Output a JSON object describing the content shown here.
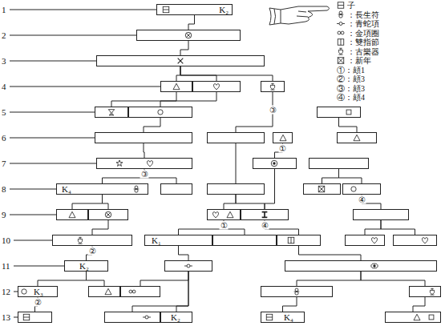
{
  "diagram": {
    "nodes": [
      {
        "text": [
          "K₂"
        ]
      },
      {
        "text": []
      },
      {
        "text": []
      },
      {
        "text": []
      },
      {
        "text": []
      },
      {
        "text": []
      },
      {
        "text": []
      },
      {
        "text": []
      },
      {
        "text": []
      },
      {
        "text": []
      },
      {
        "text": []
      },
      {
        "text": []
      },
      {
        "text": []
      },
      {
        "text": []
      },
      {
        "text": []
      },
      {
        "text": []
      },
      {
        "text": [
          "K₄"
        ]
      },
      {
        "text": []
      },
      {
        "text": []
      },
      {
        "text": []
      },
      {
        "text": []
      },
      {
        "text": []
      },
      {
        "text": []
      },
      {
        "text": []
      },
      {
        "text": []
      },
      {
        "text": []
      },
      {
        "text": []
      },
      {
        "text": [
          "K₁"
        ]
      },
      {
        "text": []
      },
      {
        "text": []
      },
      {
        "text": []
      },
      {
        "text": []
      },
      {
        "text": [
          "K₂"
        ]
      },
      {
        "text": []
      },
      {
        "text": []
      },
      {
        "text": [
          "K₃"
        ]
      },
      {
        "text": []
      },
      {
        "text": []
      },
      {
        "text": []
      },
      {
        "text": []
      },
      {
        "text": []
      },
      {
        "text": []
      },
      {
        "text": [
          "K₂"
        ]
      },
      {
        "text": [
          "K₄"
        ]
      },
      {
        "text": []
      }
    ],
    "edges": [
      {
        "from": 0,
        "to": 1,
        "arrow": "none"
      },
      {
        "from": 1,
        "to": 2,
        "arrow": "none"
      },
      {
        "from": 2,
        "to": 3,
        "arrow": "none"
      },
      {
        "from": 2,
        "to": 4,
        "arrow": "none"
      },
      {
        "from": 2,
        "to": 5,
        "arrow": "none"
      },
      {
        "from": 3,
        "to": 6,
        "arrow": "none"
      },
      {
        "from": 4,
        "to": 7,
        "arrow": "none"
      },
      {
        "from": 5,
        "to": 10,
        "label": "③",
        "arrow": "none"
      },
      {
        "from": 7,
        "to": 9,
        "arrow": "none"
      },
      {
        "from": 8,
        "to": 11,
        "arrow": "none"
      },
      {
        "from": 9,
        "to": 13,
        "arrow": "none"
      },
      {
        "from": 10,
        "to": 18,
        "arrow": "none"
      },
      {
        "from": 12,
        "to": 14,
        "label": "①",
        "arrow": "none"
      },
      {
        "from": 13,
        "to": 16,
        "label": "③",
        "arrow": "none"
      },
      {
        "from": 13,
        "to": 17,
        "arrow": "none"
      },
      {
        "from": 14,
        "to": 24,
        "arrow": "none"
      },
      {
        "from": 15,
        "to": 19,
        "arrow": "none"
      },
      {
        "from": 15,
        "to": 20,
        "arrow": "none"
      },
      {
        "from": 16,
        "to": 21,
        "arrow": "none"
      },
      {
        "from": 16,
        "to": 22,
        "arrow": "none"
      },
      {
        "from": 18,
        "to": 23,
        "arrow": "none"
      },
      {
        "from": 18,
        "to": 24,
        "arrow": "none"
      },
      {
        "from": 20,
        "to": 25,
        "label": "④",
        "arrow": "none"
      },
      {
        "from": 22,
        "to": 26,
        "arrow": "none"
      },
      {
        "from": 23,
        "to": 27,
        "label": "①",
        "arrow": "none"
      },
      {
        "from": 23,
        "to": 28,
        "arrow": "none"
      },
      {
        "from": 24,
        "to": 29,
        "label": "④",
        "arrow": "none"
      },
      {
        "from": 25,
        "to": 30,
        "arrow": "none"
      },
      {
        "from": 25,
        "to": 31,
        "arrow": "none"
      },
      {
        "from": 26,
        "to": 32,
        "label": "②",
        "arrow": "none"
      },
      {
        "from": 27,
        "to": 33,
        "arrow": "none"
      },
      {
        "from": 29,
        "to": 34,
        "arrow": "none"
      },
      {
        "from": 32,
        "to": 35,
        "arrow": "none"
      },
      {
        "from": 32,
        "to": 36,
        "arrow": "none"
      },
      {
        "from": 33,
        "to": 37,
        "arrow": "none"
      },
      {
        "from": 33,
        "to": 41,
        "arrow": "none"
      },
      {
        "from": 33,
        "to": 42,
        "arrow": "none"
      },
      {
        "from": 34,
        "to": 38,
        "arrow": "none"
      },
      {
        "from": 34,
        "to": 39,
        "arrow": "none"
      },
      {
        "from": 35,
        "to": 40,
        "label": "②",
        "arrow": "none"
      },
      {
        "from": 38,
        "to": 43,
        "arrow": "none"
      },
      {
        "from": 39,
        "to": 44,
        "arrow": "none"
      }
    ],
    "labels": [
      "1",
      "2",
      "3",
      "4",
      "5",
      "6",
      "7",
      "8",
      "9",
      "10",
      "11",
      "12",
      "13"
    ],
    "legend": [
      {
        "text": "子"
      },
      {
        "text": "：長生符"
      },
      {
        "text": "：青蛇項"
      },
      {
        "text": "：金項圈"
      },
      {
        "text": "：雙指節"
      },
      {
        "text": "：古樂器"
      },
      {
        "text": "：新年"
      },
      {
        "text": "①：頦1"
      },
      {
        "text": "②：頦3"
      },
      {
        "text": "③：頦3"
      },
      {
        "text": "④：頦4"
      }
    ]
  }
}
